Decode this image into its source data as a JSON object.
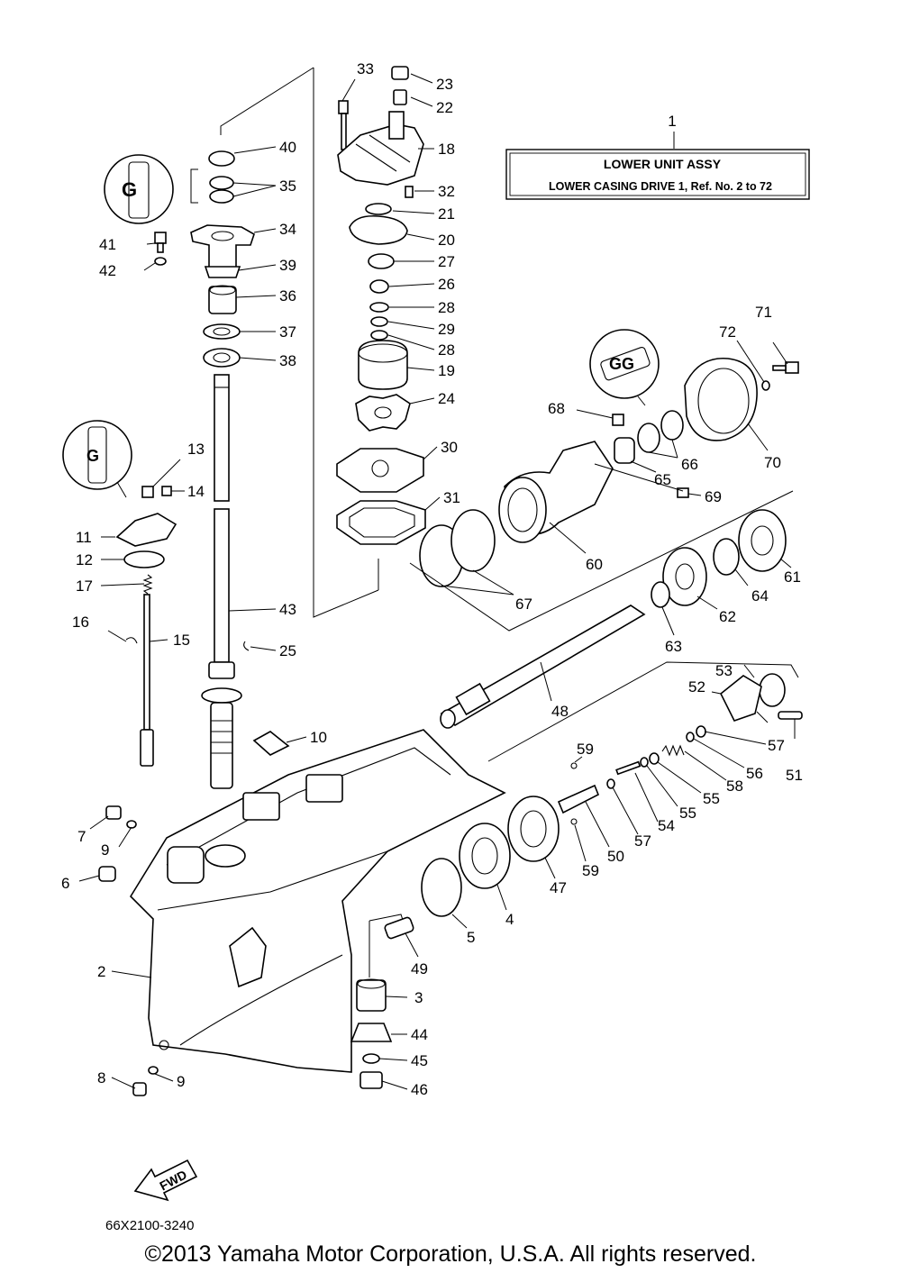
{
  "title_box": {
    "ref": "1",
    "line1": "LOWER UNIT ASSY",
    "line2": "LOWER CASING DRIVE 1,  Ref. No. 2 to 72"
  },
  "part_code": "66X2100-3240",
  "fwd_label": "FWD",
  "copyright": "©2013 Yamaha Motor Corporation, U.S.A. All rights reserved.",
  "callouts": [
    {
      "n": "33"
    },
    {
      "n": "23"
    },
    {
      "n": "22"
    },
    {
      "n": "18"
    },
    {
      "n": "32"
    },
    {
      "n": "21"
    },
    {
      "n": "20"
    },
    {
      "n": "27"
    },
    {
      "n": "26"
    },
    {
      "n": "28"
    },
    {
      "n": "29"
    },
    {
      "n": "28"
    },
    {
      "n": "19"
    },
    {
      "n": "24"
    },
    {
      "n": "30"
    },
    {
      "n": "31"
    },
    {
      "n": "40"
    },
    {
      "n": "35"
    },
    {
      "n": "34"
    },
    {
      "n": "41"
    },
    {
      "n": "42"
    },
    {
      "n": "39"
    },
    {
      "n": "36"
    },
    {
      "n": "37"
    },
    {
      "n": "38"
    },
    {
      "n": "13"
    },
    {
      "n": "14"
    },
    {
      "n": "11"
    },
    {
      "n": "12"
    },
    {
      "n": "17"
    },
    {
      "n": "16"
    },
    {
      "n": "15"
    },
    {
      "n": "43"
    },
    {
      "n": "25"
    },
    {
      "n": "10"
    },
    {
      "n": "7"
    },
    {
      "n": "9"
    },
    {
      "n": "6"
    },
    {
      "n": "2"
    },
    {
      "n": "8"
    },
    {
      "n": "9"
    },
    {
      "n": "71"
    },
    {
      "n": "72"
    },
    {
      "n": "70"
    },
    {
      "n": "68"
    },
    {
      "n": "66"
    },
    {
      "n": "65"
    },
    {
      "n": "69"
    },
    {
      "n": "60"
    },
    {
      "n": "67"
    },
    {
      "n": "61"
    },
    {
      "n": "64"
    },
    {
      "n": "62"
    },
    {
      "n": "63"
    },
    {
      "n": "48"
    },
    {
      "n": "53"
    },
    {
      "n": "52"
    },
    {
      "n": "51"
    },
    {
      "n": "57"
    },
    {
      "n": "56"
    },
    {
      "n": "58"
    },
    {
      "n": "55"
    },
    {
      "n": "55"
    },
    {
      "n": "54"
    },
    {
      "n": "57"
    },
    {
      "n": "59"
    },
    {
      "n": "50"
    },
    {
      "n": "59"
    },
    {
      "n": "47"
    },
    {
      "n": "4"
    },
    {
      "n": "5"
    },
    {
      "n": "49"
    },
    {
      "n": "3"
    },
    {
      "n": "44"
    },
    {
      "n": "45"
    },
    {
      "n": "46"
    }
  ]
}
